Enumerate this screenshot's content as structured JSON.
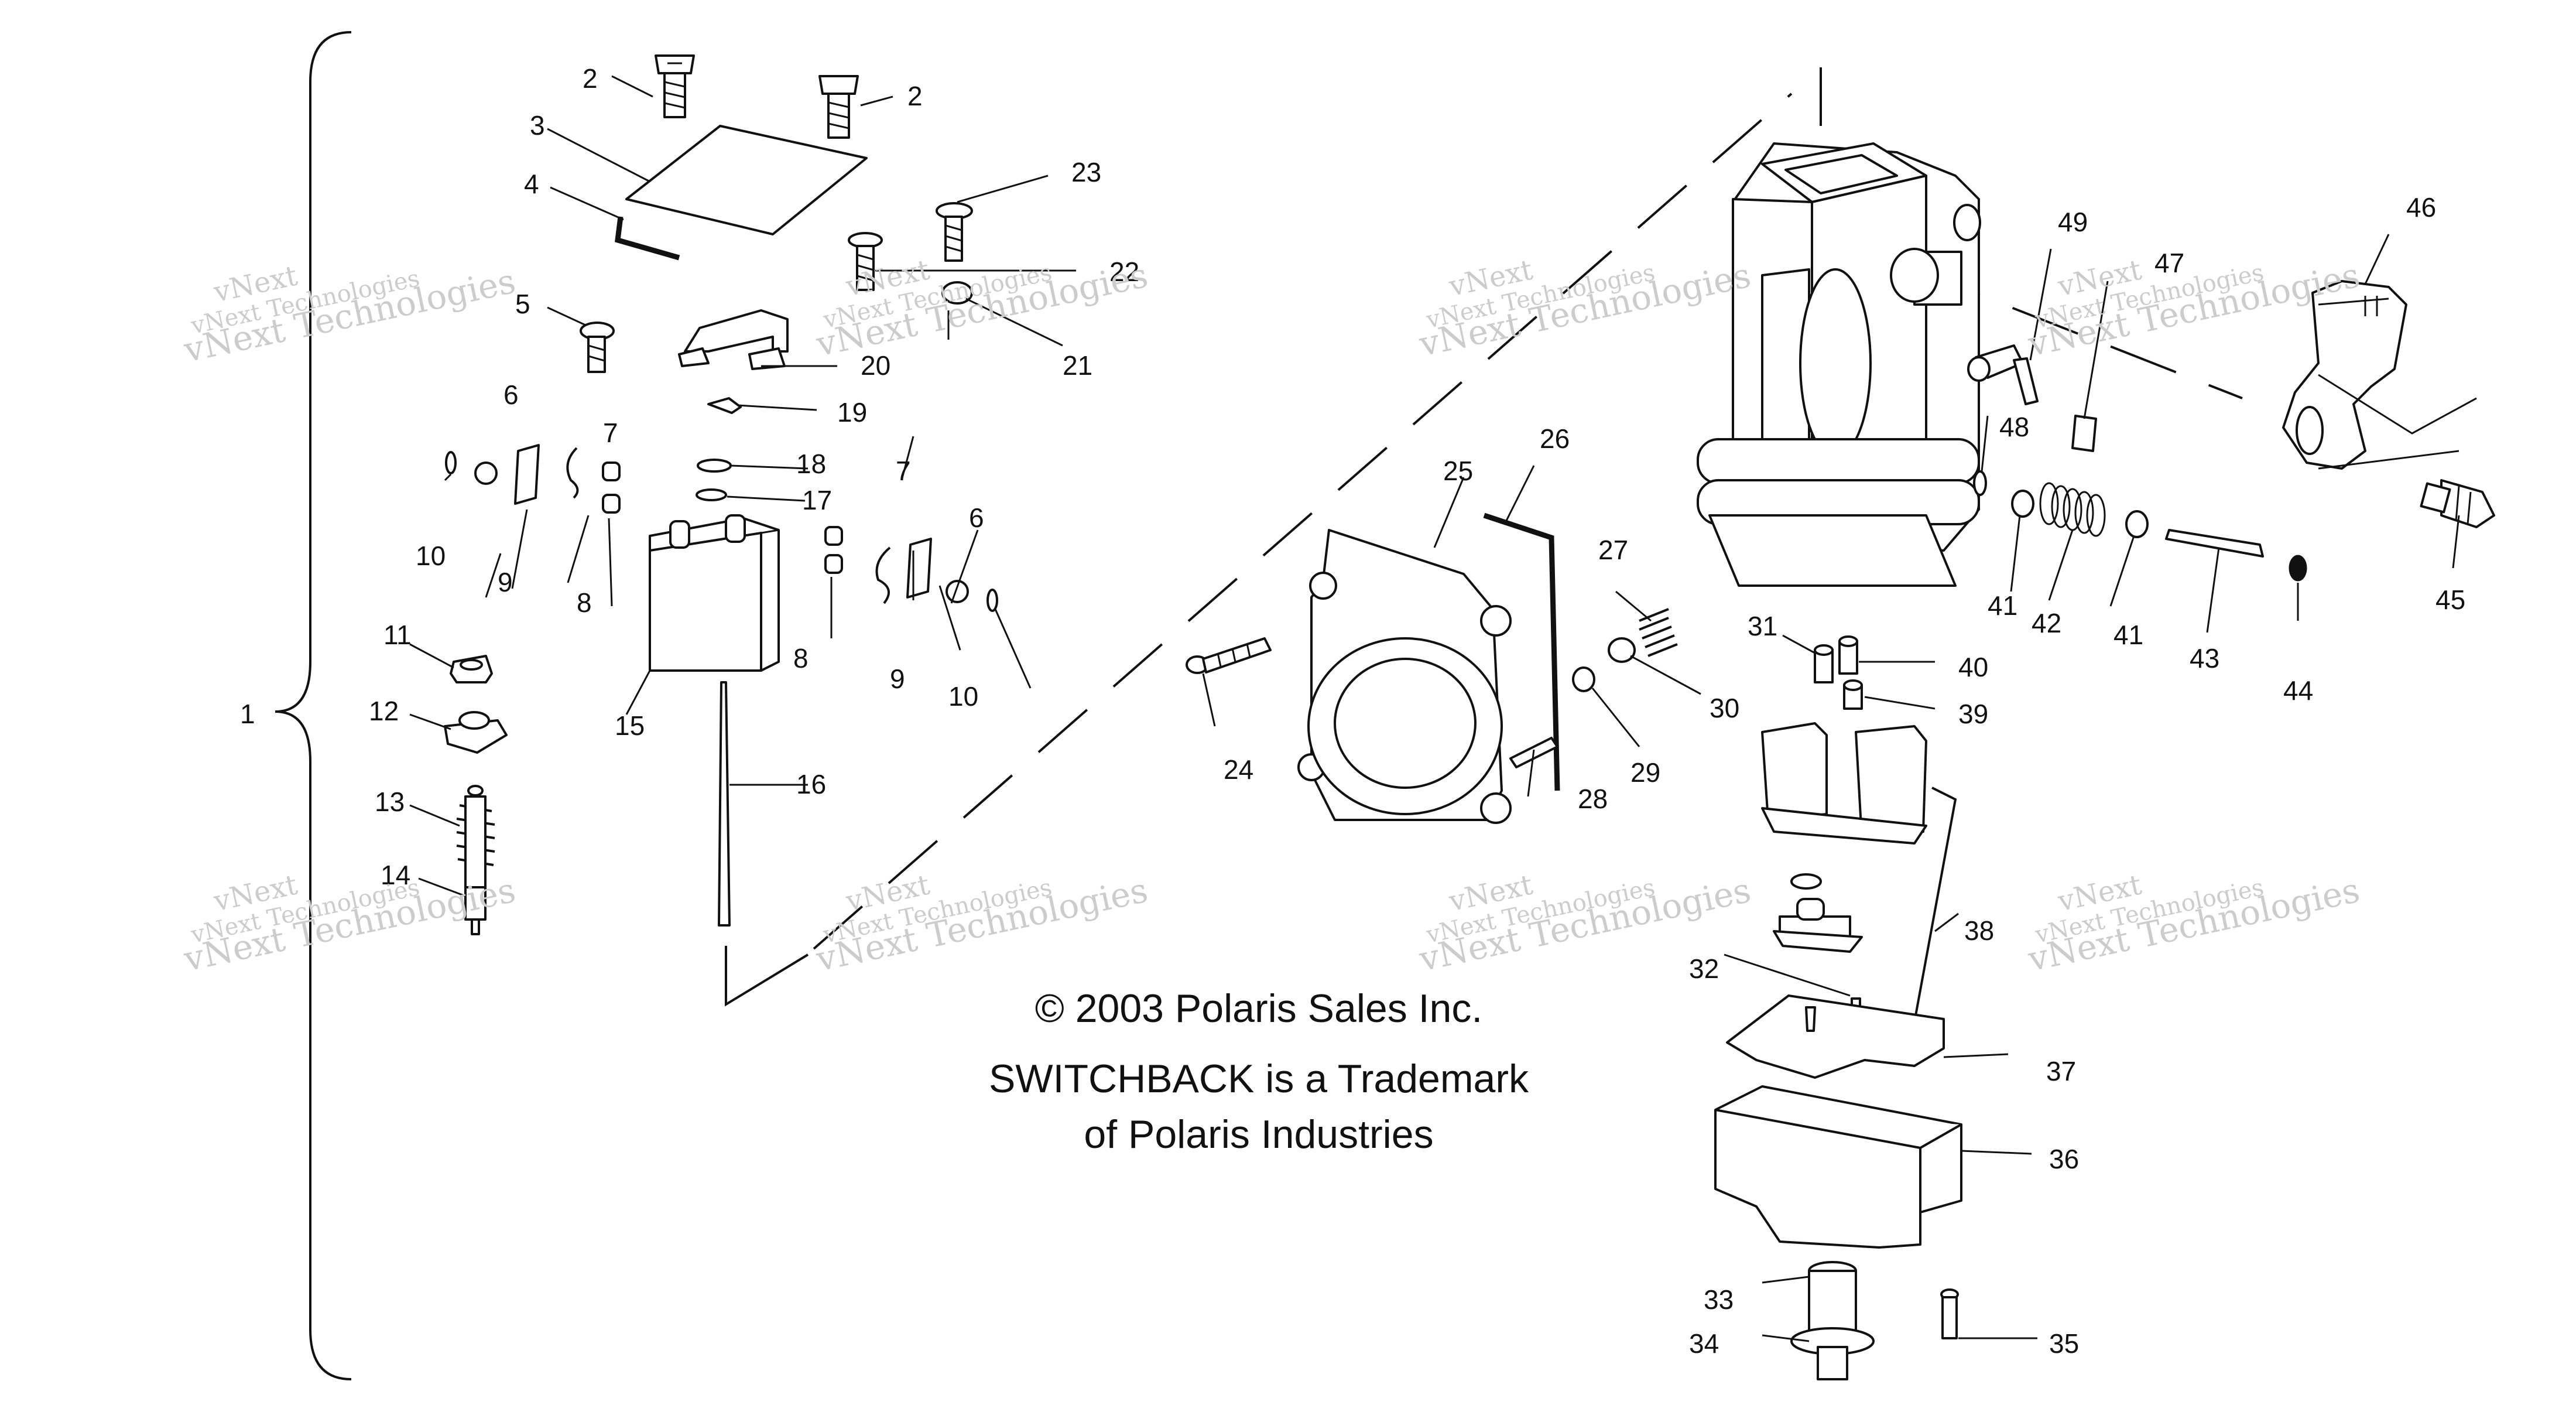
{
  "notes": {
    "copyright": "© 2003 Polaris Sales Inc.",
    "trademark_line1": "SWITCHBACK is a Trademark",
    "trademark_line2": "of Polaris Industries"
  },
  "watermark": {
    "brand": "vNext",
    "company": "vNext Technologies"
  },
  "callouts": [
    "1",
    "2",
    "2",
    "3",
    "4",
    "5",
    "6",
    "6",
    "7",
    "7",
    "8",
    "8",
    "9",
    "9",
    "10",
    "10",
    "11",
    "12",
    "13",
    "14",
    "15",
    "16",
    "17",
    "18",
    "19",
    "20",
    "21",
    "22",
    "23",
    "24",
    "25",
    "26",
    "27",
    "28",
    "29",
    "30",
    "31",
    "32",
    "33",
    "34",
    "35",
    "36",
    "37",
    "38",
    "39",
    "40",
    "41",
    "41",
    "42",
    "43",
    "44",
    "45",
    "46",
    "47",
    "48",
    "49"
  ],
  "colors": {
    "line": "#111111",
    "watermark": "#cccccc",
    "background": "#ffffff"
  }
}
